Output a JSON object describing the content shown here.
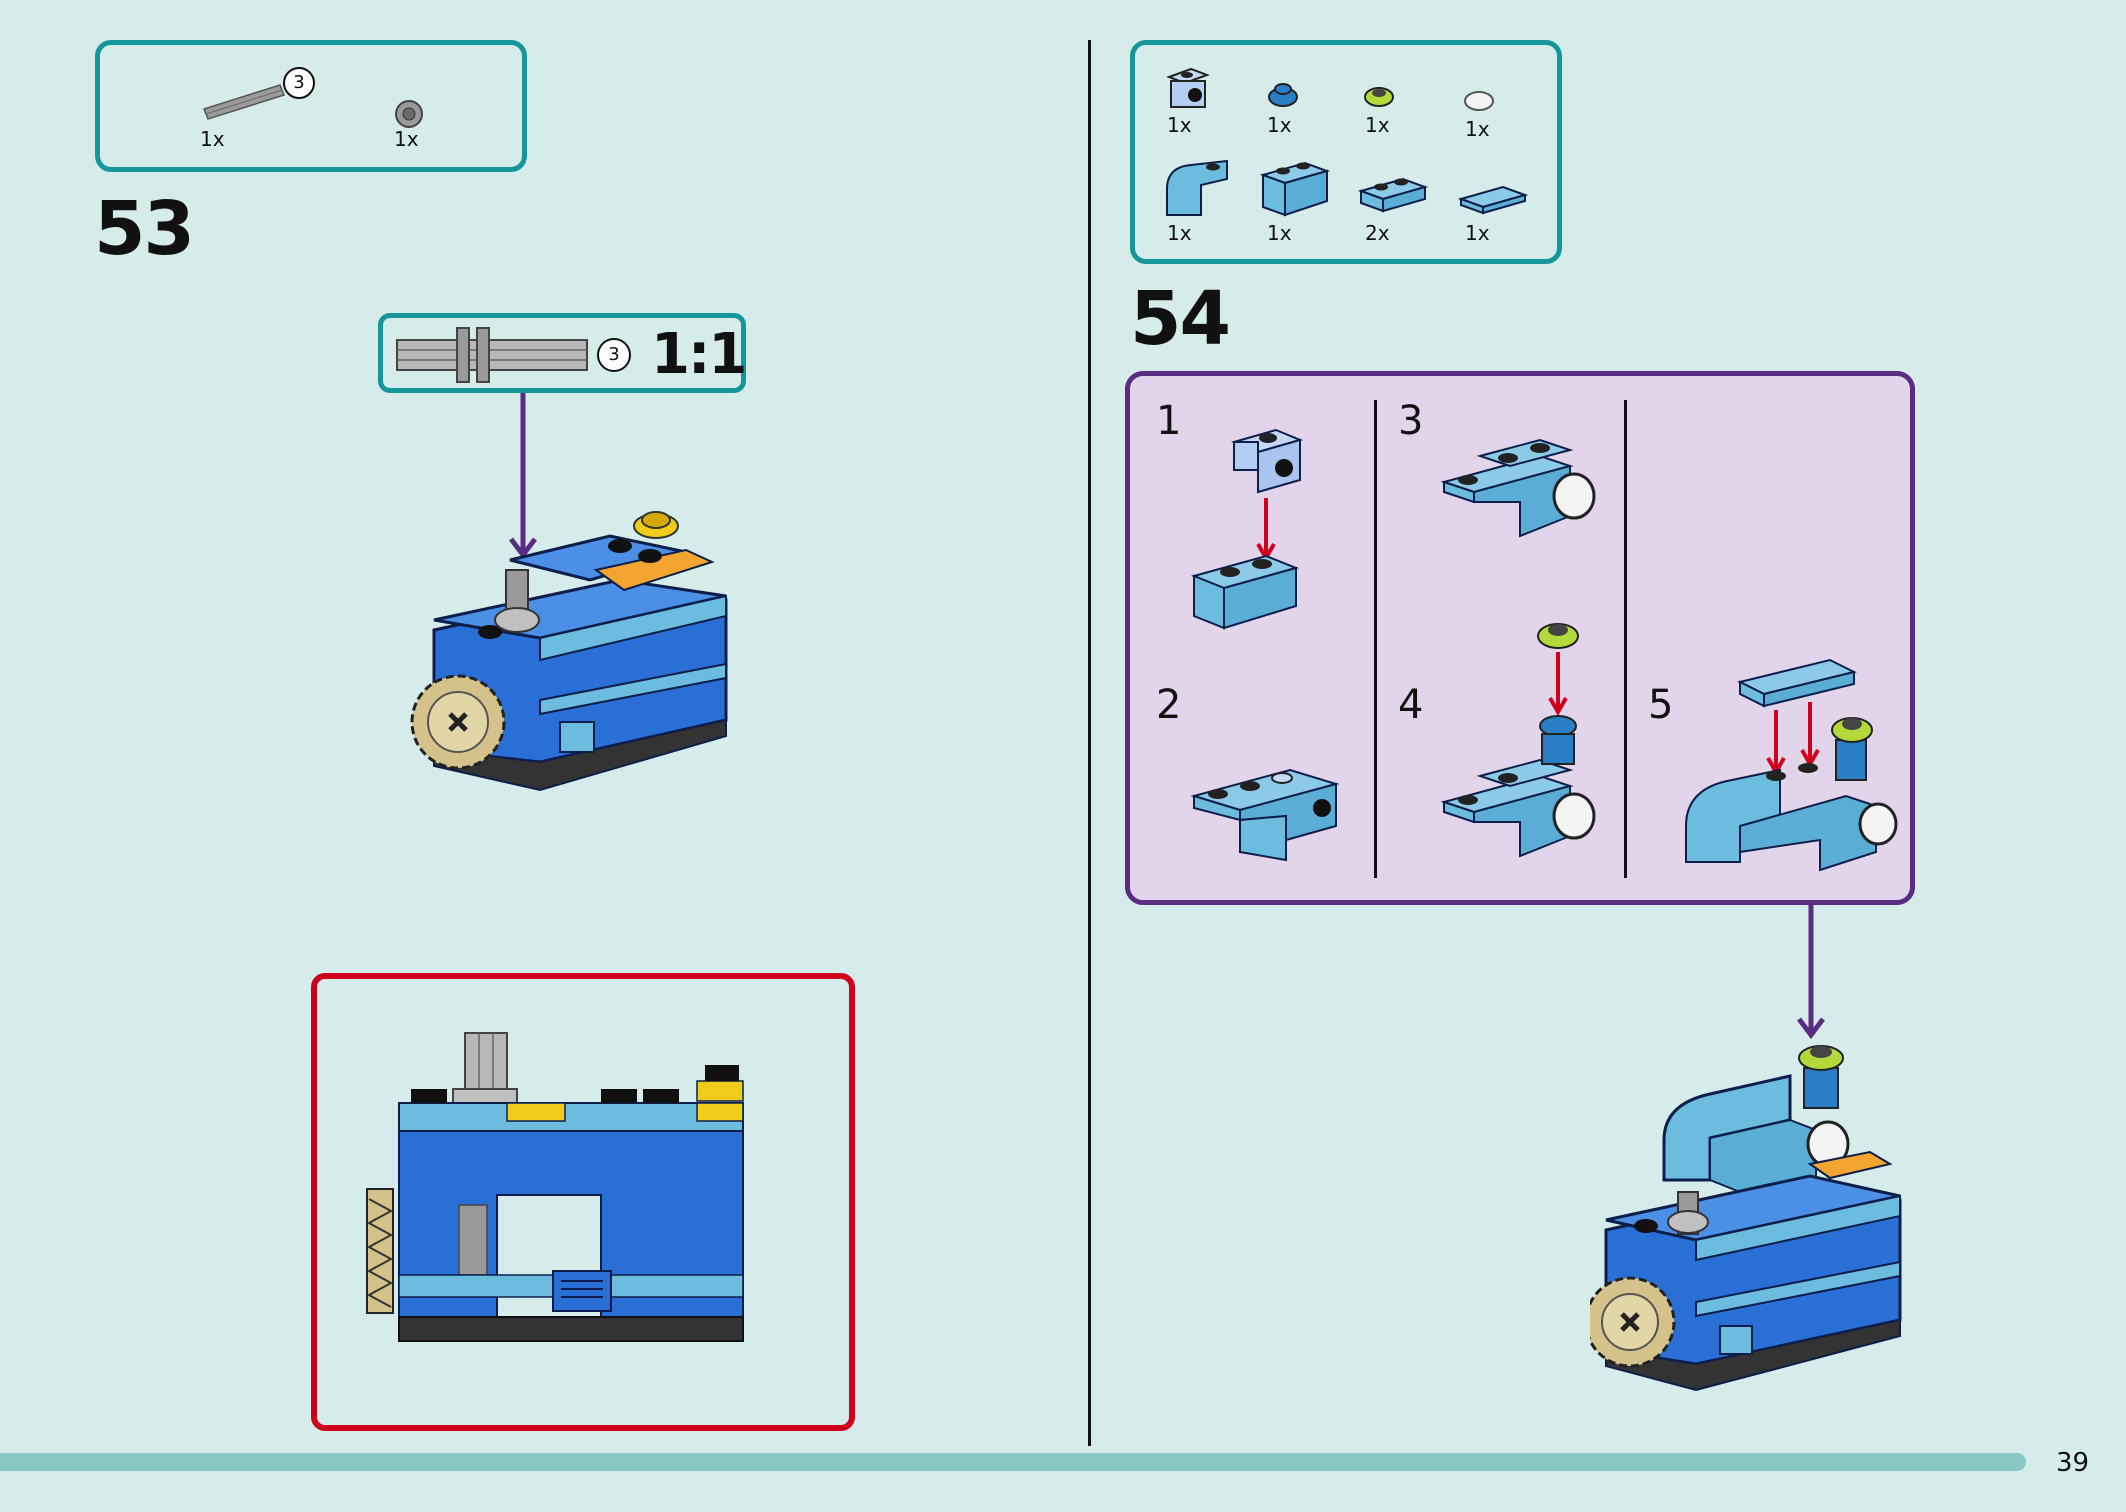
{
  "page": {
    "number": "39"
  },
  "colors": {
    "background": "#d6ecea",
    "teal": "#14969a",
    "purple": "#5a2d82",
    "red": "#d0021b",
    "blue": "#2a6fd6",
    "light_blue": "#6cbce0",
    "yellow": "#f0cc1a",
    "orange": "#f4a531",
    "lime": "#b4d93a",
    "bottom_bar": "#88c7c4"
  },
  "step53": {
    "number": "53",
    "parts": [
      {
        "name": "axle-3",
        "qty": "1x",
        "length_label": "3"
      },
      {
        "name": "bush",
        "qty": "1x"
      }
    ],
    "callout": {
      "length_label": "3",
      "scale": "1:1"
    }
  },
  "step54": {
    "number": "54",
    "parts": [
      {
        "name": "bracket-1x1-with-hole",
        "qty": "1x"
      },
      {
        "name": "round-plate-1x1-blue",
        "qty": "1x"
      },
      {
        "name": "round-plate-1x1-lime",
        "qty": "1x"
      },
      {
        "name": "round-tile-1x1-white",
        "qty": "1x"
      },
      {
        "name": "curved-slope",
        "qty": "1x"
      },
      {
        "name": "brick-1x2",
        "qty": "1x"
      },
      {
        "name": "plate-1x2",
        "qty": "2x"
      },
      {
        "name": "tile-1x2",
        "qty": "1x"
      }
    ],
    "substeps": [
      "1",
      "2",
      "3",
      "4",
      "5"
    ]
  }
}
